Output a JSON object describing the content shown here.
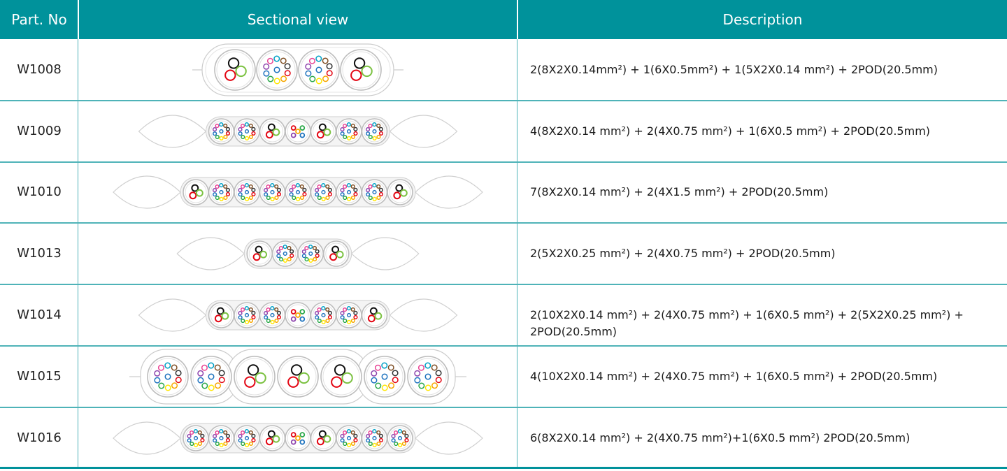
{
  "header": {
    "part_no": "Part. No",
    "sectional_view": "Sectional view",
    "description": "Description"
  },
  "colors": {
    "header_bg": "#00929b",
    "row_line": "#4fb3b8",
    "cable_outline": "#cccccc"
  },
  "rows": [
    {
      "part": "W1008",
      "desc": "2(8X2X0.14mm²) + 1(6X0.5mm²) + 1(5X2X0.14 mm²) + 2POD(20.5mm)",
      "layout": [
        "power",
        "signal",
        "signal",
        "power"
      ],
      "style": "pill"
    },
    {
      "part": "W1009",
      "desc": "4(8X2X0.14 mm²) + 2(4X0.75 mm²) + 1(6X0.5 mm²) + 2POD(20.5mm)",
      "layout": [
        "signal",
        "signal",
        "power",
        "small",
        "power",
        "signal",
        "signal"
      ],
      "style": "lens"
    },
    {
      "part": "W1010",
      "desc": "7(8X2X0.14 mm²) + 2(4X1.5 mm²) + 2POD(20.5mm)",
      "layout": [
        "power",
        "signal",
        "signal",
        "signal",
        "signal",
        "signal",
        "signal",
        "signal",
        "power"
      ],
      "style": "lens"
    },
    {
      "part": "W1013",
      "desc": "2(5X2X0.25 mm²) + 2(4X0.75 mm²) + 2POD(20.5mm)",
      "layout": [
        "power",
        "signal",
        "signal",
        "power"
      ],
      "style": "lens"
    },
    {
      "part": "W1014",
      "desc": "2(10X2X0.14 mm²) + 2(4X0.75 mm²) + 1(6X0.5 mm²) + 2(5X2X0.25 mm²) + 2POD(20.5mm)",
      "layout": [
        "power",
        "signal",
        "signal",
        "small",
        "signal",
        "signal",
        "power"
      ],
      "style": "lens"
    },
    {
      "part": "W1015",
      "desc": "4(10X2X0.14 mm²) + 2(4X0.75 mm²) + 1(6X0.5 mm²) + 2POD(20.5mm)",
      "layout": [
        "signal",
        "signal",
        "power",
        "power",
        "power",
        "signal",
        "signal"
      ],
      "style": "triple"
    },
    {
      "part": "W1016",
      "desc": "6(8X2X0.14 mm²) + 2(4X0.75 mm²)+1(6X0.5 mm²)  2POD(20.5mm)",
      "layout": [
        "signal",
        "signal",
        "signal",
        "power",
        "small",
        "power",
        "signal",
        "signal",
        "signal"
      ],
      "style": "lens"
    }
  ]
}
